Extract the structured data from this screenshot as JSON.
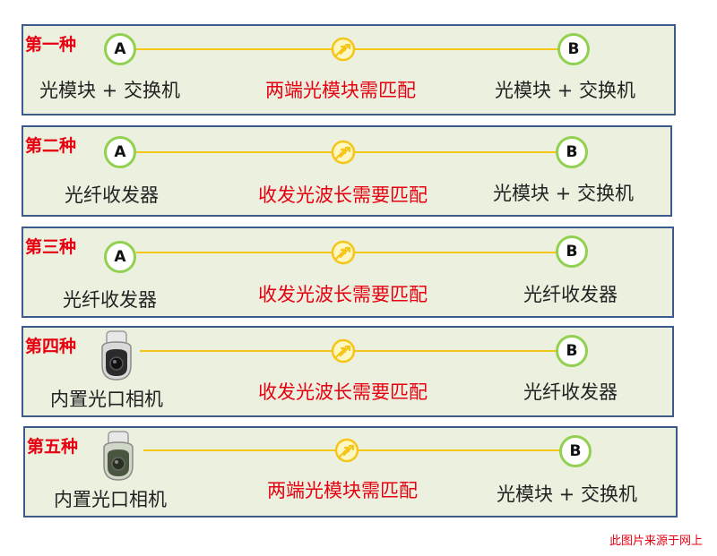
{
  "rows": [
    {
      "title": "第一种",
      "left_node": "A",
      "left_label": "光模块 + 交换机",
      "middle_note": "两端光模块需匹配",
      "right_node": "B",
      "right_label": "光模块 + 交换机"
    },
    {
      "title": "第二种",
      "left_node": "A",
      "left_label": "光纤收发器",
      "middle_note": "收发光波长需要匹配",
      "right_node": "B",
      "right_label": "光模块 + 交换机"
    },
    {
      "title": "第三种",
      "left_node": "A",
      "left_label": "光纤收发器",
      "middle_note": "收发光波长需要匹配",
      "right_node": "B",
      "right_label": "光纤收发器"
    },
    {
      "title": "第四种",
      "left_icon": "dome-camera-icon",
      "left_label": "内置光口相机",
      "middle_note": "收发光波长需要匹配",
      "right_node": "B",
      "right_label": "光纤收发器"
    },
    {
      "title": "第五种",
      "left_icon": "dome-camera-icon",
      "left_label": "内置光口相机",
      "middle_note": "两端光模块需匹配",
      "right_node": "B",
      "right_label": "光模块 + 交换机"
    }
  ],
  "watermark": "此图片来源于网上",
  "colors": {
    "panel_bg": "#ebf1de",
    "panel_border": "#3d5a8c",
    "title": "#e60012",
    "note": "#e60012",
    "line": "#f5c518",
    "node_border": "#92d050"
  }
}
